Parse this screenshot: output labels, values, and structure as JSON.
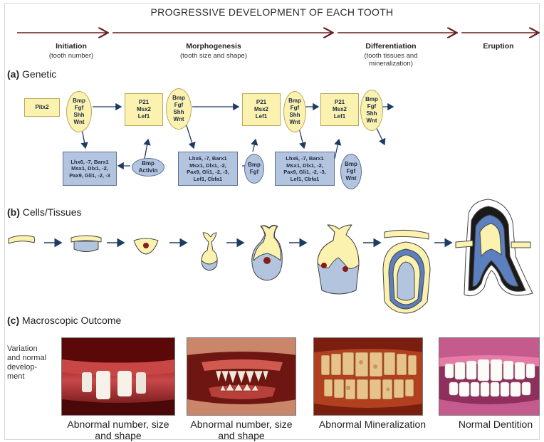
{
  "title": "PROGRESSIVE DEVELOPMENT OF EACH TOOTH",
  "phases": [
    {
      "name": "Initiation",
      "sub": "(tooth number)"
    },
    {
      "name": "Morphogenesis",
      "sub": "(tooth size and shape)"
    },
    {
      "name": "Differentiation",
      "sub": "(tooth tissues and mineralization)"
    },
    {
      "name": "Eruption",
      "sub": ""
    }
  ],
  "sections": {
    "genetic": {
      "letter": "(a)",
      "label": "Genetic"
    },
    "cells": {
      "letter": "(b)",
      "label": "Cells/Tissues"
    },
    "macro": {
      "letter": "(c)",
      "label": "Macroscopic Outcome"
    }
  },
  "genetic": {
    "pitx2": "Pitx2",
    "signal_oval": [
      "Bmp",
      "Fgf",
      "Shh",
      "Wnt"
    ],
    "tf_box": [
      "P21",
      "Msx2",
      "Lef1"
    ],
    "bmp_activin": [
      "Bmp",
      "Activin"
    ],
    "bmp_fgf": [
      "Bmp",
      "Fgf"
    ],
    "bmp_fgf_wnt": [
      "Bmp",
      "Fgf",
      "Wnt"
    ],
    "lhx_box_1": [
      "Lhx6, -7, Barx1",
      "Msx1, Dlx1, -2,",
      "Pax9, Gli1, -2, -3"
    ],
    "lhx_box_2": [
      "Lhx6, -7, Barx1",
      "Msx1, Dlx1, -2,",
      "Pax9, Gli1, -2, -3,",
      "Lef1, Cbfa1"
    ]
  },
  "macro": {
    "side_note": "Variation and normal develop- ment",
    "captions": [
      "Abnormal number, size and shape",
      "Abnormal number, size and shape",
      "Abnormal Mineralization",
      "Normal Dentition"
    ]
  },
  "colors": {
    "yellow": "#fbf2b0",
    "blue": "#b3c4df",
    "dark_red": "#8b1a1a",
    "arrow": "#1f3b63"
  }
}
